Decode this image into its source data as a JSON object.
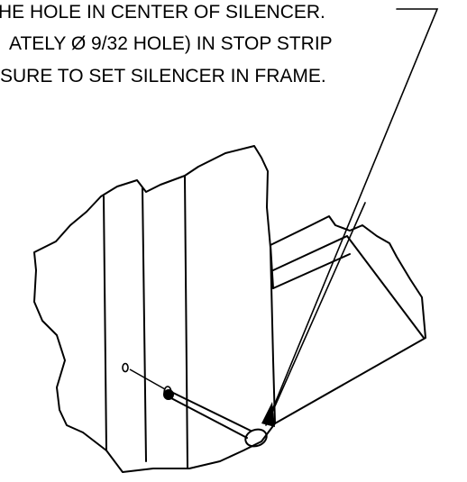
{
  "note": {
    "line1": "HE HOLE IN CENTER OF SILENCER.",
    "line2": "ATELY Ø 9/32 HOLE) IN STOP STRIP",
    "line3": "SURE TO SET SILENCER IN FRAME."
  },
  "colors": {
    "ink": "#000000",
    "paper": "#ffffff"
  },
  "icons": {
    "silencer": "silencer-icon",
    "pin": "wire-pin-icon"
  }
}
